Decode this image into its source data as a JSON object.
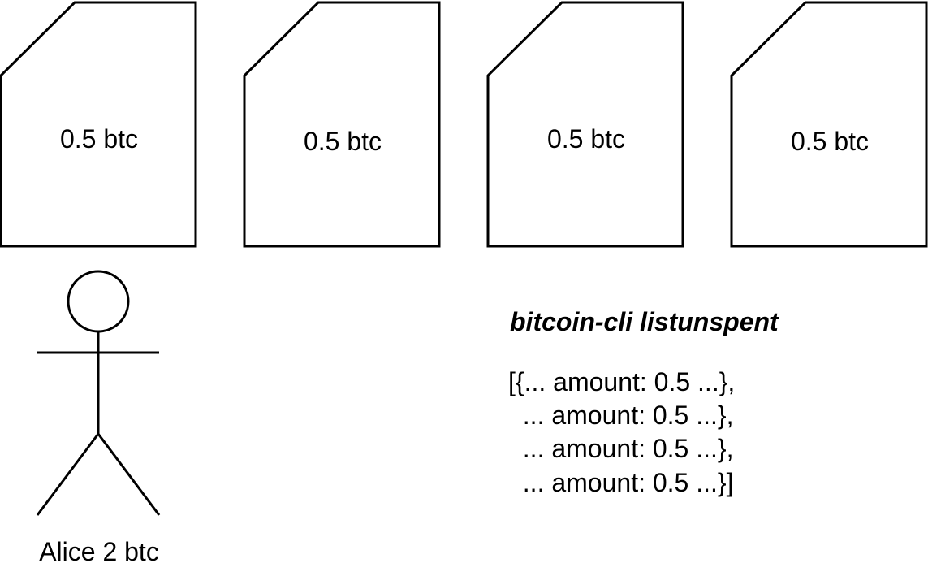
{
  "utxos": [
    {
      "label": "0.5 btc"
    },
    {
      "label": "0.5 btc"
    },
    {
      "label": "0.5 btc"
    },
    {
      "label": "0.5 btc"
    }
  ],
  "actor": {
    "label": "Alice 2 btc"
  },
  "command": {
    "text": "bitcoin-cli listunspent",
    "output_lines": [
      "[{... amount: 0.5 ...},",
      "  ... amount: 0.5 ...},",
      "  ... amount: 0.5 ...},",
      "  ... amount: 0.5 ...}]"
    ]
  },
  "colors": {
    "stroke": "#000000",
    "background": "#ffffff"
  }
}
